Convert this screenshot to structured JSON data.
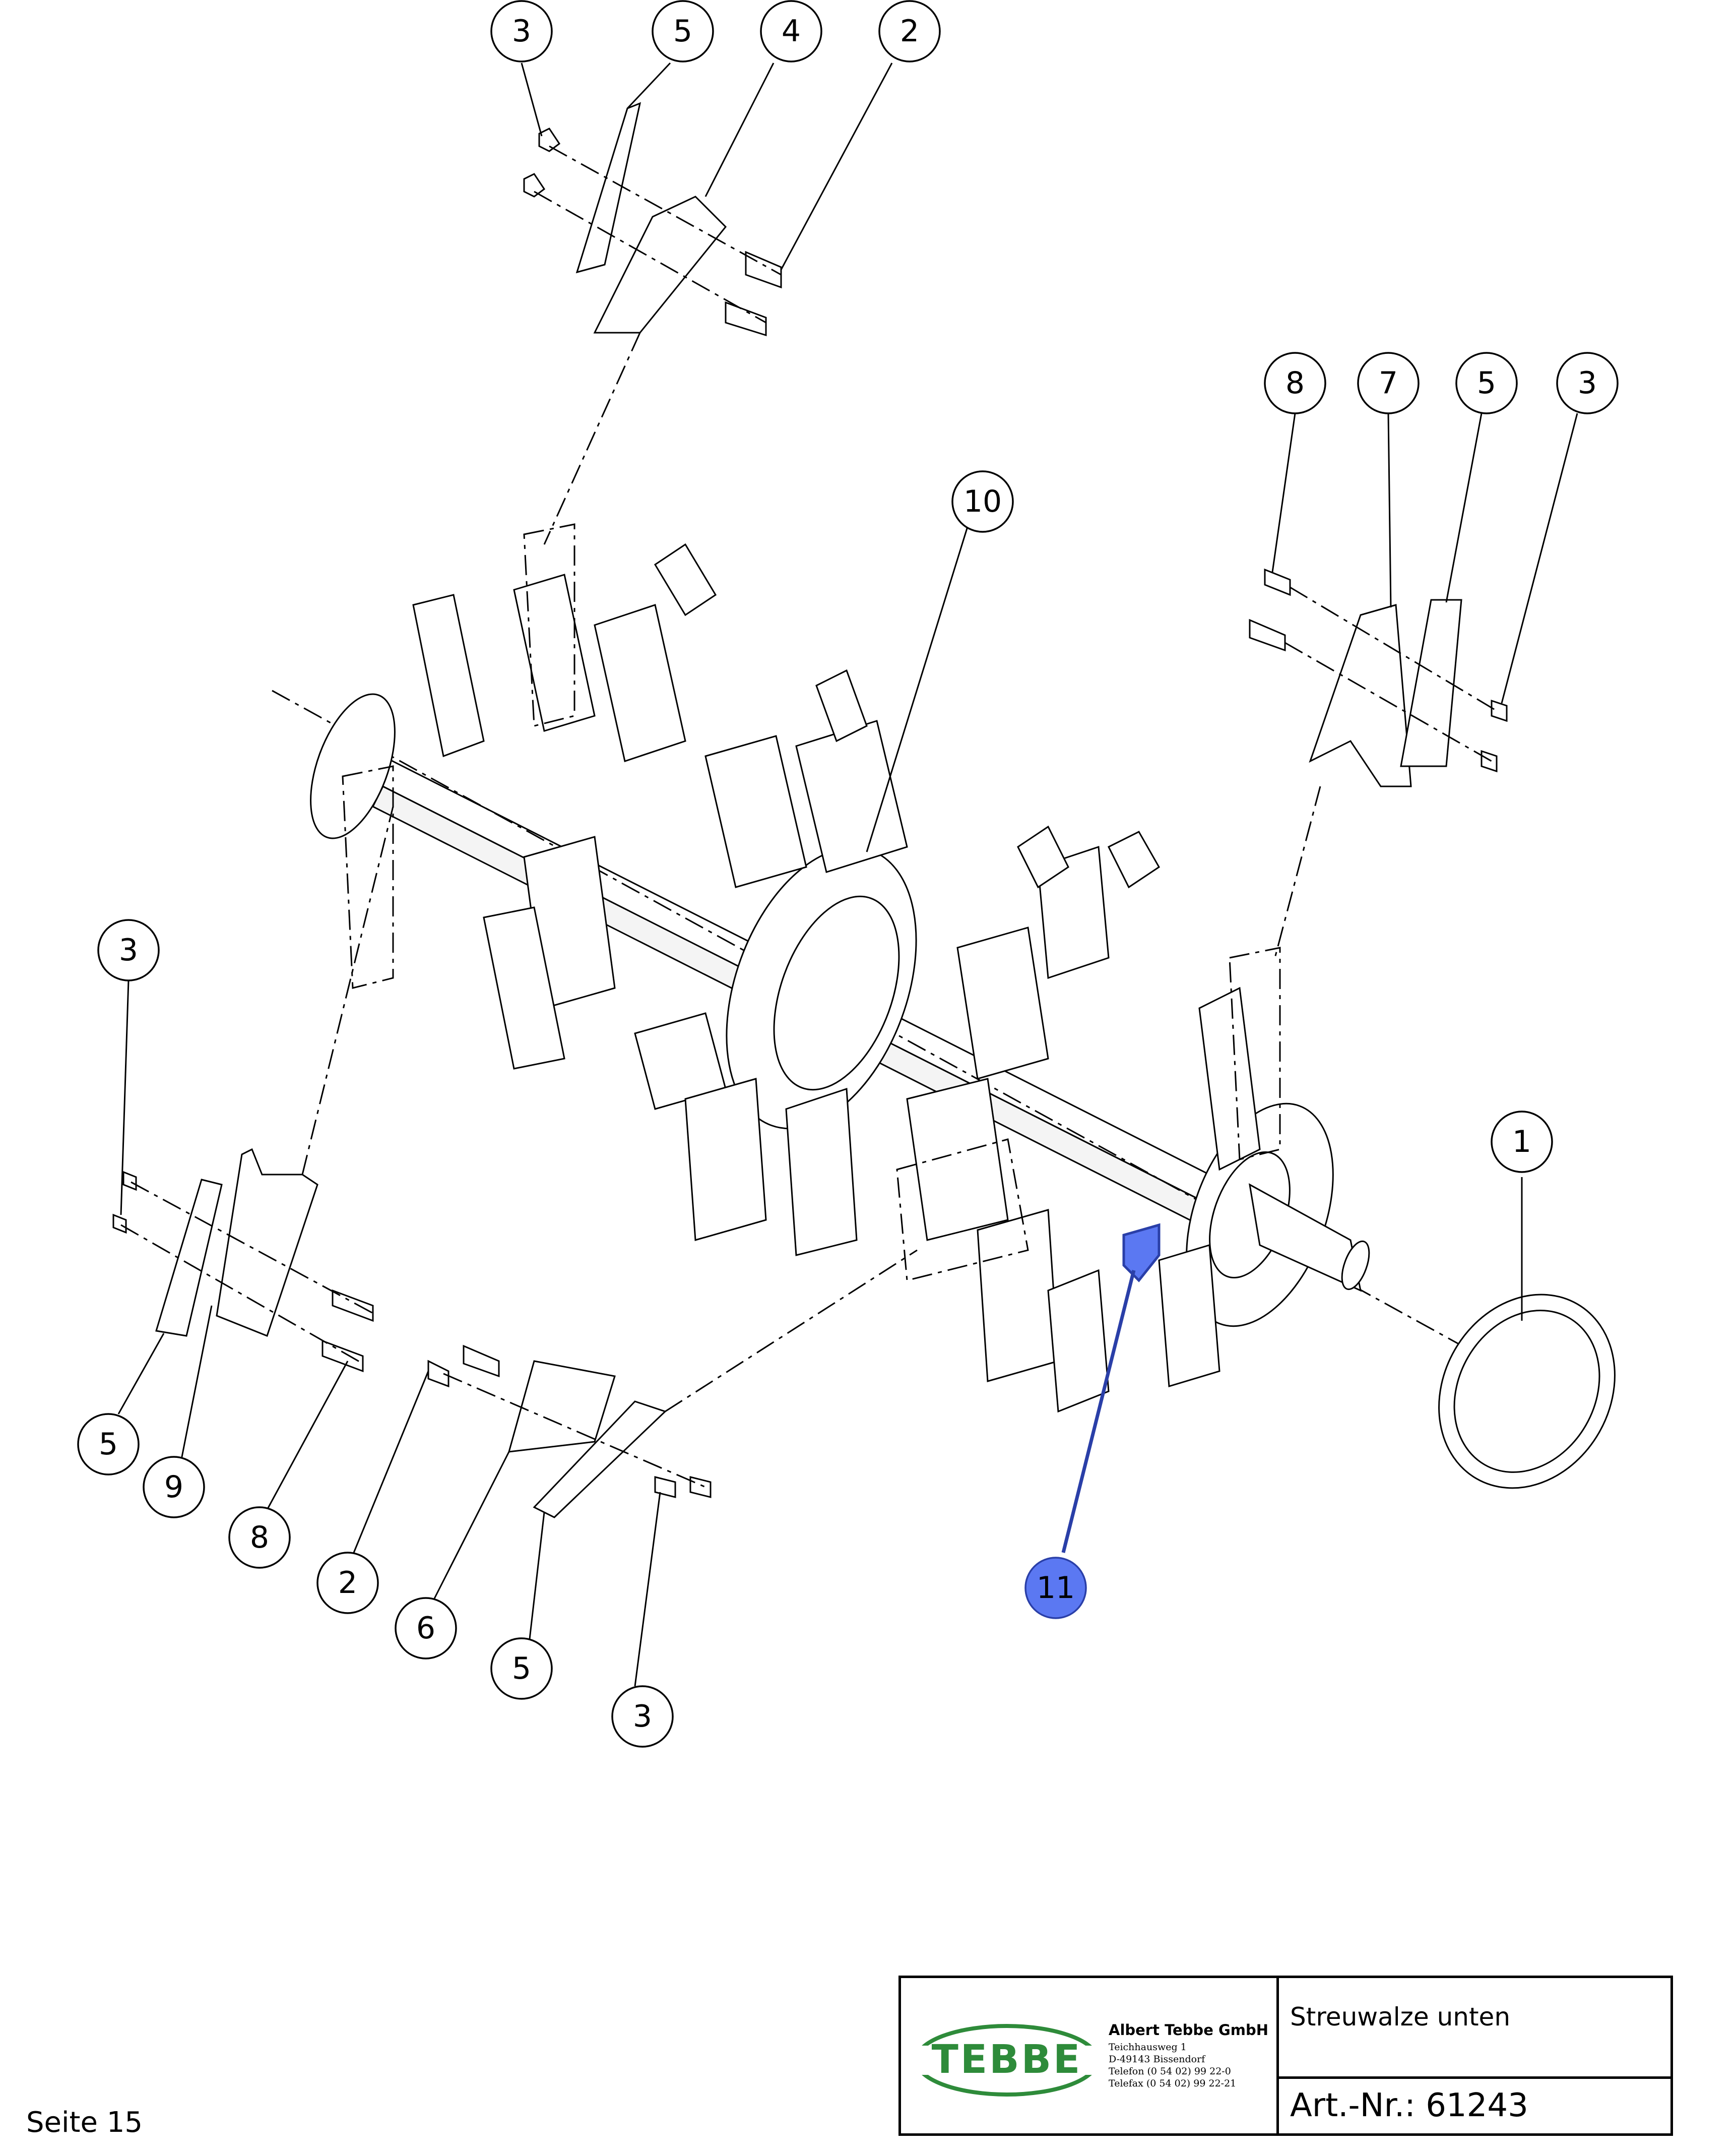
{
  "callouts": [
    {
      "id": "c-3-top",
      "label": "3"
    },
    {
      "id": "c-5-top",
      "label": "5"
    },
    {
      "id": "c-4-top",
      "label": "4"
    },
    {
      "id": "c-2-top",
      "label": "2"
    },
    {
      "id": "c-8-right",
      "label": "8"
    },
    {
      "id": "c-7-right",
      "label": "7"
    },
    {
      "id": "c-5-right",
      "label": "5"
    },
    {
      "id": "c-3-right",
      "label": "3"
    },
    {
      "id": "c-10",
      "label": "10"
    },
    {
      "id": "c-3-left",
      "label": "3"
    },
    {
      "id": "c-1",
      "label": "1"
    },
    {
      "id": "c-5-left",
      "label": "5"
    },
    {
      "id": "c-9",
      "label": "9"
    },
    {
      "id": "c-8-left",
      "label": "8"
    },
    {
      "id": "c-2-bottom",
      "label": "2"
    },
    {
      "id": "c-6",
      "label": "6"
    },
    {
      "id": "c-5-bottom",
      "label": "5"
    },
    {
      "id": "c-3-bottom",
      "label": "3"
    },
    {
      "id": "c-11",
      "label": "11"
    }
  ],
  "highlight": {
    "color": "#5b78f2",
    "callout": "11"
  },
  "page": {
    "label": "Seite 15"
  },
  "title_block": {
    "logo_text": "TEBBE",
    "logo_color": "#2e8b3a",
    "company": "Albert Tebbe GmbH",
    "address_lines": [
      "Teichhausweg 1",
      "D-49143 Bissendorf",
      "Telefon (0 54 02) 99 22-0",
      "Telefax (0 54 02) 99 22-21"
    ],
    "title": "Streuwalze unten",
    "article_number": "Art.-Nr.: 61243"
  }
}
